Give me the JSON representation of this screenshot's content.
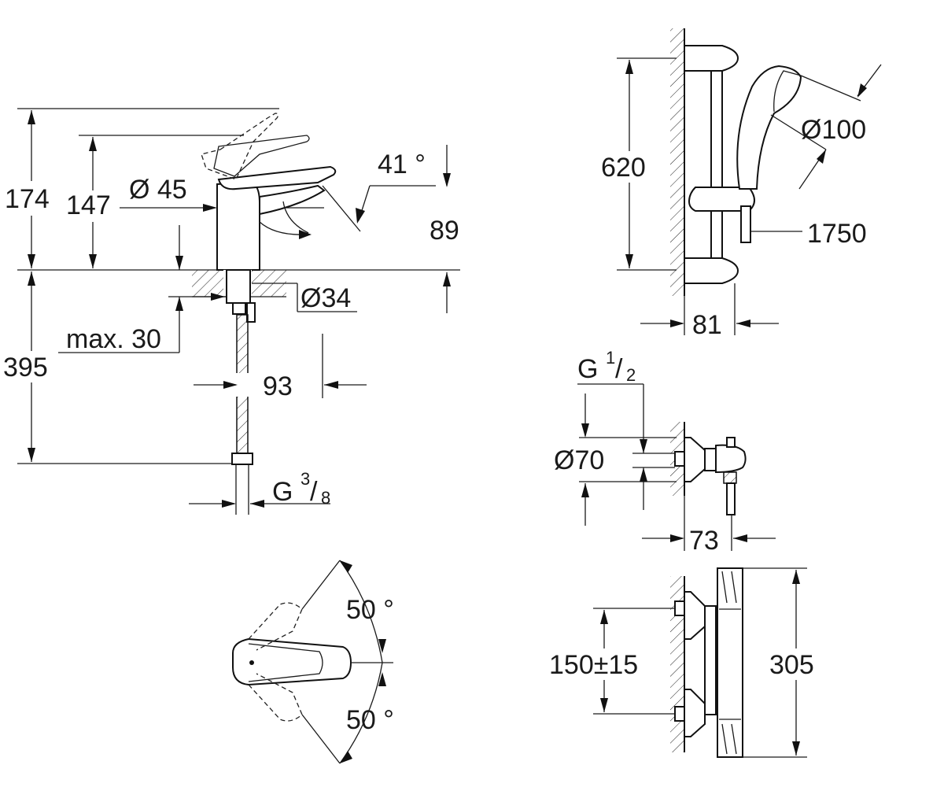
{
  "dimensions": {
    "faucet_height_total": "174",
    "faucet_height_spout": "147",
    "faucet_diameter": "Ø 45",
    "spout_angle": "41 °",
    "spout_height": "89",
    "hole_diameter": "Ø34",
    "max_thickness": "max. 30",
    "hose_length": "395",
    "spout_reach": "93",
    "inlet_prefix": "G",
    "inlet_num": "3",
    "inlet_den": "8",
    "lever_angle_top": "50 °",
    "lever_angle_bottom": "50 °",
    "rail_height": "620",
    "handshower_diameter": "Ø100",
    "hose_length_shower": "1750",
    "rail_depth": "81",
    "outlet_prefix": "G",
    "outlet_num": "1",
    "outlet_den": "2",
    "escutcheon_diameter": "Ø70",
    "mixer_depth": "73",
    "centers": "150±15",
    "thermostat_length": "305"
  }
}
